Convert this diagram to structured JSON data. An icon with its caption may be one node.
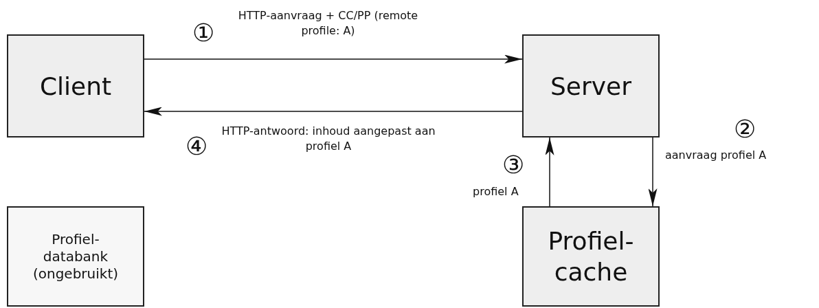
{
  "diagram": {
    "nodes": [
      {
        "text": [
          "Client"
        ]
      },
      {
        "text": [
          "Server"
        ]
      },
      {
        "text": [
          "Profiel-databank (ongebruikt)"
        ]
      },
      {
        "text": [
          "Profiel-cache"
        ]
      }
    ],
    "edges": [
      {
        "from": 0,
        "to": 1,
        "arrow": "to",
        "label": "HTTP-aanvraag + CC/PP (remote profile: A)"
      },
      {
        "from": 1,
        "to": 0,
        "arrow": "to",
        "label": "HTTP-antwoord: inhoud aangepast aan profiel A"
      },
      {
        "from": 1,
        "to": 3,
        "arrow": "to",
        "label": "aanvraag profiel A"
      },
      {
        "from": 3,
        "to": 1,
        "arrow": "to",
        "label": "profiel A"
      }
    ],
    "labels": [
      "①",
      "④",
      "③",
      "②"
    ]
  }
}
